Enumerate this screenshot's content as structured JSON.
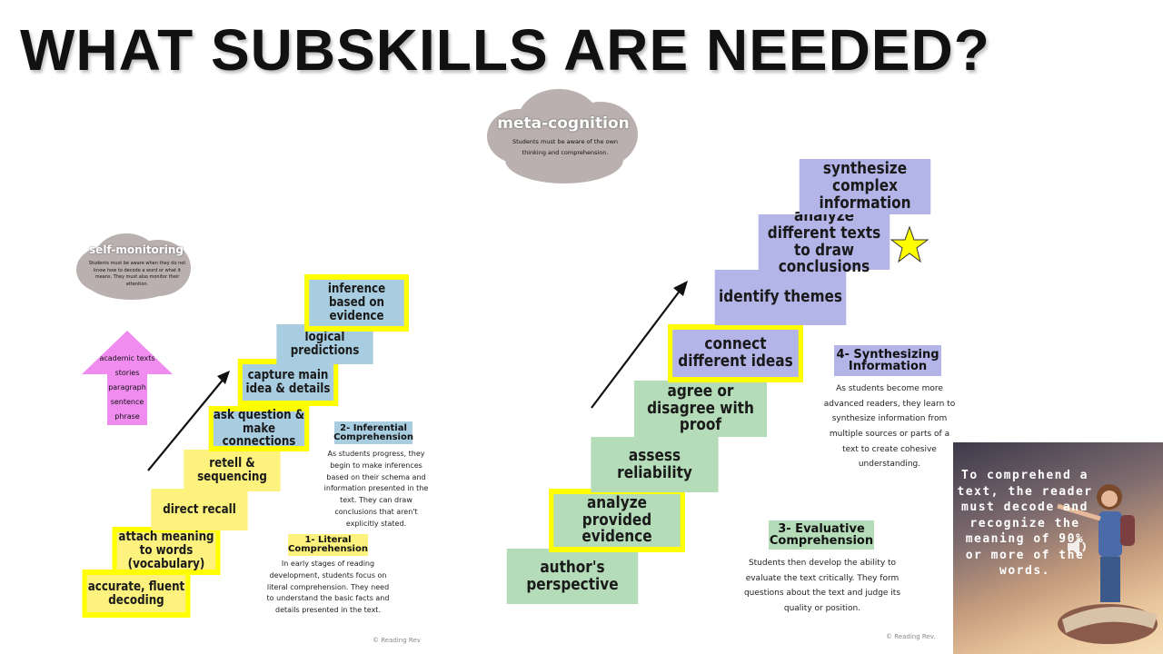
{
  "title": "WHAT SUBSKILLS ARE NEEDED?",
  "left": {
    "steps": [
      "accurate, fluent decoding",
      "attach meaning to words (vocabulary)",
      "direct recall",
      "retell & sequencing",
      "ask question & make connections",
      "capture main idea & details",
      "logical predictions",
      "inference based on evidence"
    ],
    "self_monitoring": {
      "title": "self-monitoring",
      "text": "Students must be aware when they do not know how to decode a word or what it means. They must also monitor their attention."
    },
    "arrow_items": [
      "academic texts",
      "stories",
      "paragraph",
      "sentence",
      "phrase"
    ],
    "level2": {
      "label": "2- Inferential Comprehension",
      "text": "As students progress, they begin to make inferences based on their schema and information presented in the text. They can draw conclusions that aren't explicitly stated."
    },
    "level1": {
      "label": "1- Literal Comprehension",
      "text": "In early stages of reading development, students focus on literal comprehension. They need to understand the basic facts and details presented in the text."
    },
    "watermark": "© Reading Rev"
  },
  "right": {
    "meta": {
      "title": "meta-cognition",
      "text": "Students must be aware of the own thinking and comprehension."
    },
    "steps": [
      "author's perspective",
      "analyze provided evidence",
      "assess reliability",
      "agree or disagree with proof",
      "connect different ideas",
      "identify themes",
      "analyze different texts to draw conclusions",
      "synthesize complex information"
    ],
    "level4": {
      "label": "4- Synthesizing Information",
      "text": "As students become more advanced readers, they learn to synthesize information from multiple sources or parts of a text to create cohesive understanding."
    },
    "level3": {
      "label": "3- Evaluative Comprehension",
      "text": "Students then develop the ability to evaluate the text critically. They form questions about the text and judge its quality or position."
    },
    "watermark": "© Reading Rev."
  },
  "photo_text": "To comprehend a text, the reader must decode and recognize the meaning of 90% or more of the words.",
  "colors": {
    "yellow_step": "#fcf27d",
    "blue_step": "#a9cde0",
    "green_step": "#b4dcb8",
    "purple_step": "#b3b4e8",
    "highlight": "#ffff00",
    "cloud": "#bab0b0",
    "arrow_pink": "#f08cf0"
  }
}
